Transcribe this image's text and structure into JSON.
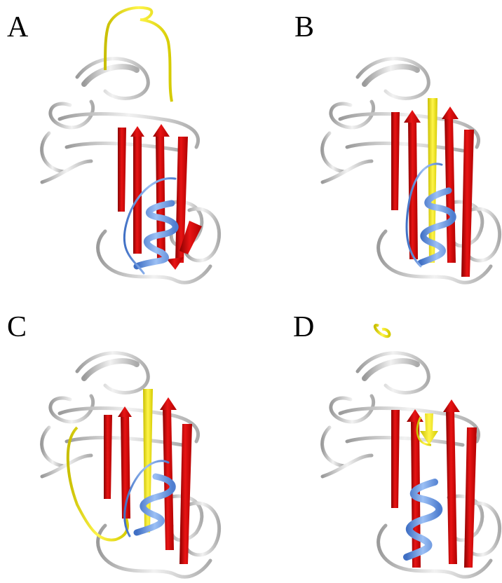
{
  "figure": {
    "panels": [
      {
        "label": "A",
        "loop_color": "#f2e600",
        "strand_color": "#e01010",
        "helix_color": "#6a96e0",
        "coil_color": "#d6d6d6"
      },
      {
        "label": "B",
        "loop_color": "#f2e600",
        "strand_color": "#e01010",
        "helix_color": "#6a96e0",
        "coil_color": "#d6d6d6"
      },
      {
        "label": "C",
        "loop_color": "#f2e600",
        "strand_color": "#e01010",
        "helix_color": "#6a96e0",
        "coil_color": "#d6d6d6"
      },
      {
        "label": "D",
        "loop_color": "#f2e600",
        "strand_color": "#e01010",
        "helix_color": "#6a96e0",
        "coil_color": "#d6d6d6"
      }
    ]
  }
}
